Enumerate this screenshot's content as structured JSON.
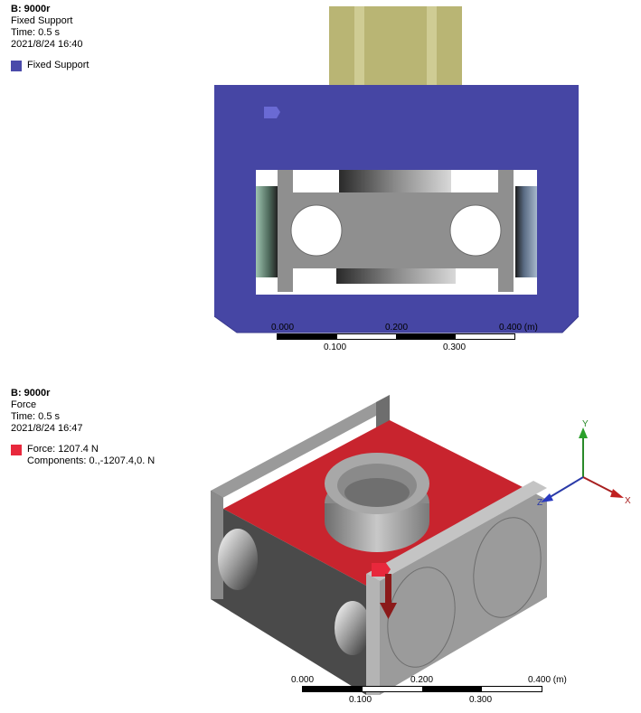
{
  "top": {
    "legend": {
      "title": "B: 9000r",
      "subtitle": "Fixed Support",
      "time": "Time: 0.5 s",
      "date": "2021/8/24 16:40",
      "item_label": "Fixed Support",
      "item_color": "#4a4aaa"
    },
    "scale": {
      "labels_top": [
        "0.000",
        "0.200",
        "0.400 (m)"
      ],
      "labels_bottom": [
        "0.100",
        "0.300"
      ]
    }
  },
  "bottom": {
    "legend": {
      "title": "B: 9000r",
      "subtitle": "Force",
      "time": "Time: 0.5 s",
      "date": "2021/8/24 16:47",
      "item_label": "Force: 1207.4 N",
      "item_components": "Components: 0.,-1207.4,0. N",
      "item_color": "#e8283c"
    },
    "scale": {
      "labels_top": [
        "0.000",
        "0.200",
        "0.400 (m)"
      ],
      "labels_bottom": [
        "0.100",
        "0.300"
      ]
    },
    "triad": {
      "x": "X",
      "y": "Y",
      "z": "Z"
    }
  },
  "colors": {
    "fixed_support": "#4646a4",
    "force_face": "#c8242e",
    "body_gray": "#8e8e8e",
    "olive": "#b8b470"
  }
}
